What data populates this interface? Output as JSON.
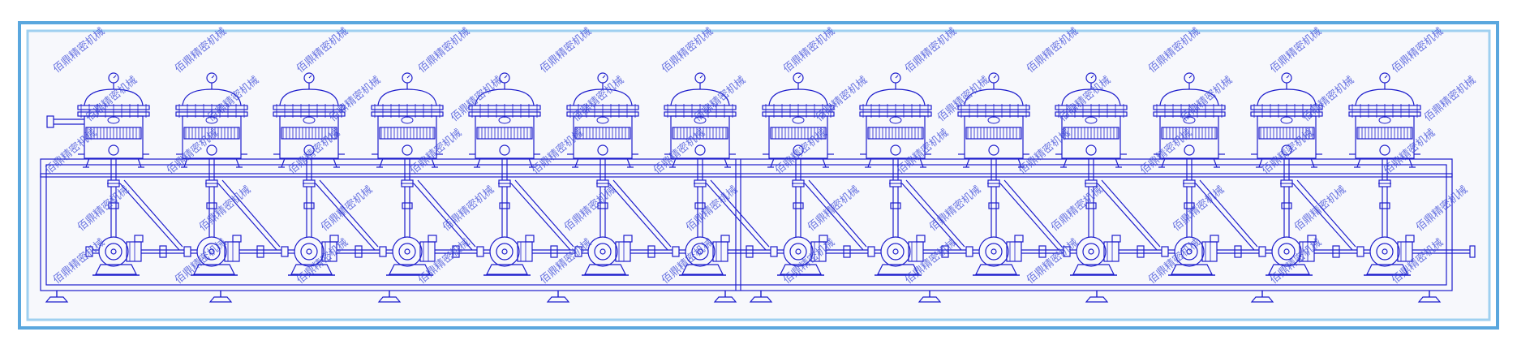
{
  "colors": {
    "frame_outer": "#5aa7de",
    "frame_inner": "#9fd0f0",
    "paper": "#f7f8fc",
    "line": "#1d1dcc",
    "watermark": "#3a48d8"
  },
  "diagram": {
    "filter_units": 14,
    "pump_units": 14,
    "skid_sections": 2
  },
  "watermark": {
    "text": "佰鼎精密机械"
  },
  "icons": [
    "pressure-gauge-icon",
    "filter-housing-icon",
    "pump-icon",
    "valve-icon",
    "leveling-foot-icon"
  ]
}
